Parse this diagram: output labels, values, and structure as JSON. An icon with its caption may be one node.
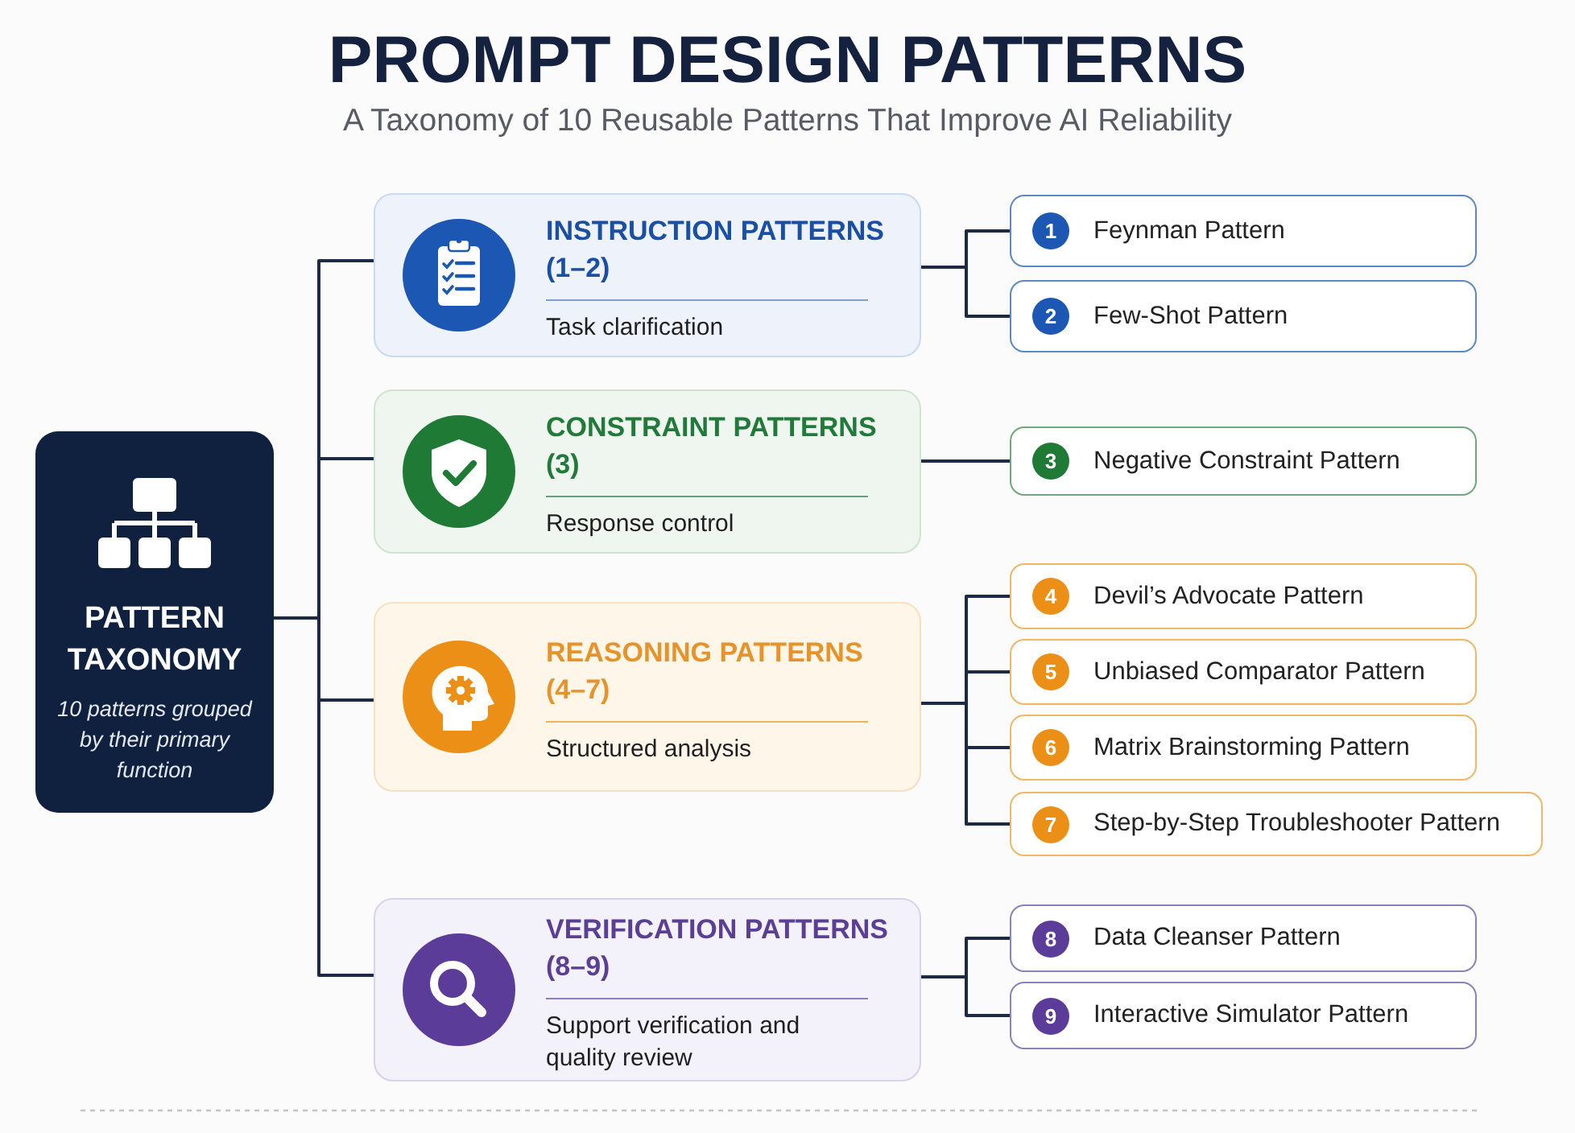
{
  "diagram": {
    "title": "PROMPT DESIGN PATTERNS",
    "nodes": [
      {
        "text": [
          "PATTERN TAXONOMY",
          "10 patterns grouped by their primary function"
        ]
      },
      {
        "text": [
          "INSTRUCTION PATTERNS (1–2)",
          "Task clarification"
        ]
      },
      {
        "text": [
          "CONSTRAINT PATTERNS (3)",
          "Response control"
        ]
      },
      {
        "text": [
          "REASONING PATTERNS (4–7)",
          "Structured analysis"
        ]
      },
      {
        "text": [
          "VERIFICATION PATTERNS (8–9)",
          "Support verification and quality review"
        ]
      },
      {
        "text": [
          "1",
          "Feynman Pattern"
        ]
      },
      {
        "text": [
          "2",
          "Few-Shot Pattern"
        ]
      },
      {
        "text": [
          "3",
          "Negative Constraint Pattern"
        ]
      },
      {
        "text": [
          "4",
          "Devil’s Advocate Pattern"
        ]
      },
      {
        "text": [
          "5",
          "Unbiased Comparator Pattern"
        ]
      },
      {
        "text": [
          "6",
          "Matrix Brainstorming Pattern"
        ]
      },
      {
        "text": [
          "7",
          "Step-by-Step Troubleshooter Pattern"
        ]
      },
      {
        "text": [
          "8",
          "Data Cleanser Pattern"
        ]
      },
      {
        "text": [
          "9",
          "Interactive Simulator Pattern"
        ]
      }
    ],
    "edges": [
      {
        "from": 0,
        "to": 1,
        "arrow": "none"
      },
      {
        "from": 0,
        "to": 2,
        "arrow": "none"
      },
      {
        "from": 0,
        "to": 3,
        "arrow": "none"
      },
      {
        "from": 0,
        "to": 4,
        "arrow": "none"
      },
      {
        "from": 1,
        "to": 5,
        "arrow": "none"
      },
      {
        "from": 1,
        "to": 6,
        "arrow": "none"
      },
      {
        "from": 2,
        "to": 7,
        "arrow": "none"
      },
      {
        "from": 3,
        "to": 8,
        "arrow": "none"
      },
      {
        "from": 3,
        "to": 9,
        "arrow": "none"
      },
      {
        "from": 3,
        "to": 10,
        "arrow": "none"
      },
      {
        "from": 3,
        "to": 11,
        "arrow": "none"
      },
      {
        "from": 4,
        "to": 12,
        "arrow": "none"
      },
      {
        "from": 4,
        "to": 13,
        "arrow": "none"
      }
    ],
    "labels": [
      "A Taxonomy of 10 Reusable Patterns That Improve AI Reliability"
    ]
  }
}
